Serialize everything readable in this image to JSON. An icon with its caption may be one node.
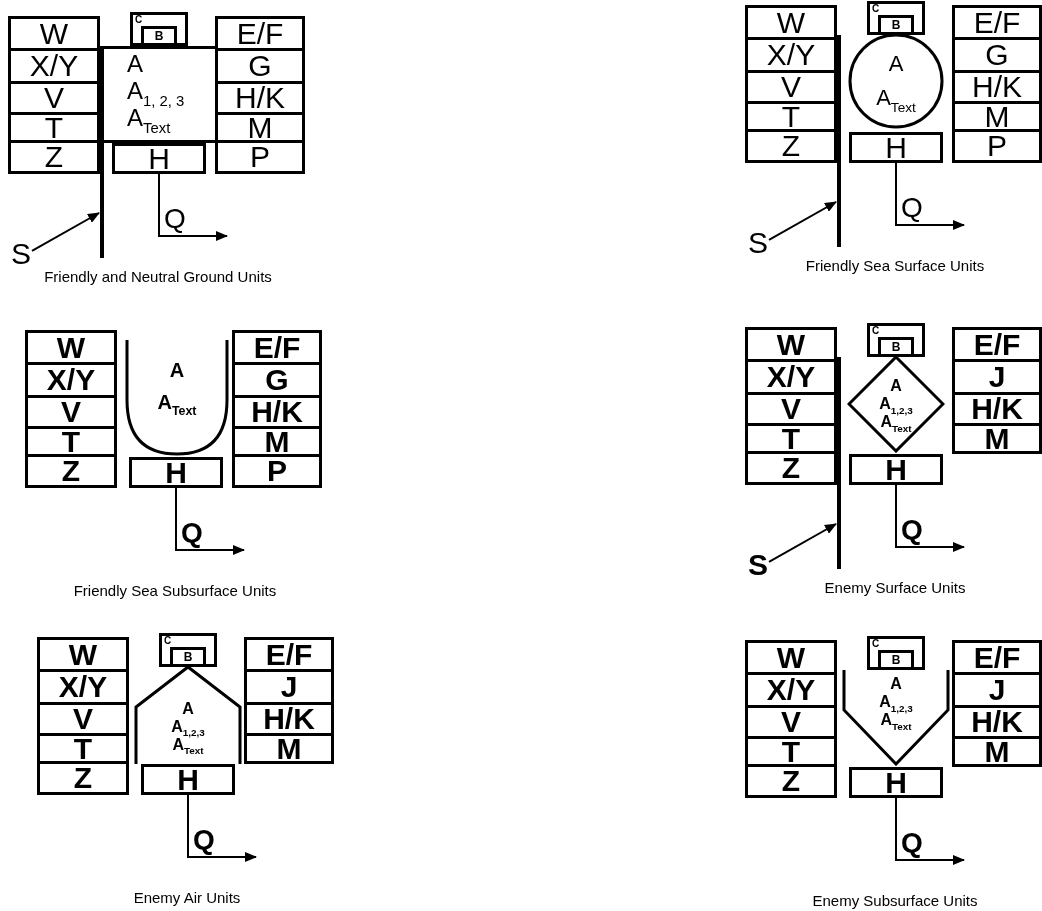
{
  "diagram": {
    "nodes": [
      {
        "text": [
          "W"
        ]
      },
      {
        "text": [
          "X/Y"
        ]
      },
      {
        "text": [
          "V"
        ]
      },
      {
        "text": [
          "T"
        ]
      },
      {
        "text": [
          "Z"
        ]
      },
      {
        "text": [
          "C"
        ]
      },
      {
        "text": [
          "B"
        ],
        "in": 5
      },
      {
        "text": [
          "A",
          "A$_{1, 2, 3}$",
          "A$_{Text}$"
        ]
      },
      {
        "text": [
          "E/F"
        ]
      },
      {
        "text": [
          "G"
        ]
      },
      {
        "text": [
          "H/K"
        ]
      },
      {
        "text": [
          "M"
        ]
      },
      {
        "text": [
          "P"
        ]
      },
      {
        "text": [
          "H"
        ]
      },
      {
        "text": [],
        "shape": "bar"
      },
      {
        "text": [
          "S"
        ]
      },
      {
        "text": [
          "W"
        ]
      },
      {
        "text": [
          "X/Y"
        ]
      },
      {
        "text": [
          "V"
        ]
      },
      {
        "text": [
          "T"
        ]
      },
      {
        "text": [
          "Z"
        ]
      },
      {
        "text": [
          "C"
        ]
      },
      {
        "text": [
          "B"
        ],
        "in": 21
      },
      {
        "text": [
          "A",
          "A$_{Text}$"
        ]
      },
      {
        "text": [
          "E/F"
        ]
      },
      {
        "text": [
          "G"
        ]
      },
      {
        "text": [
          "H/K"
        ]
      },
      {
        "text": [
          "M"
        ]
      },
      {
        "text": [
          "P"
        ]
      },
      {
        "text": [
          "H"
        ]
      },
      {
        "text": [],
        "shape": "bar"
      },
      {
        "text": [
          "S"
        ]
      },
      {
        "text": [
          "W"
        ]
      },
      {
        "text": [
          "X/Y"
        ]
      },
      {
        "text": [
          "V"
        ]
      },
      {
        "text": [
          "T"
        ]
      },
      {
        "text": [
          "Z"
        ]
      },
      {
        "text": [
          "A",
          "A$_{Text}$"
        ]
      },
      {
        "text": [
          "E/F"
        ]
      },
      {
        "text": [
          "G"
        ]
      },
      {
        "text": [
          "H/K"
        ]
      },
      {
        "text": [
          "M"
        ]
      },
      {
        "text": [
          "P"
        ]
      },
      {
        "text": [
          "H"
        ]
      },
      {
        "text": [
          "W"
        ]
      },
      {
        "text": [
          "X/Y"
        ]
      },
      {
        "text": [
          "V"
        ]
      },
      {
        "text": [
          "T"
        ]
      },
      {
        "text": [
          "Z"
        ]
      },
      {
        "text": [
          "C"
        ]
      },
      {
        "text": [
          "B"
        ],
        "in": 49
      },
      {
        "text": [
          "A",
          "A$_{1,2,3}$",
          "A$_{Text}$"
        ]
      },
      {
        "text": [
          "E/F"
        ]
      },
      {
        "text": [
          "J"
        ]
      },
      {
        "text": [
          "H/K"
        ]
      },
      {
        "text": [
          "M"
        ]
      },
      {
        "text": [
          "H"
        ]
      },
      {
        "text": [],
        "shape": "bar"
      },
      {
        "text": [
          "S"
        ]
      },
      {
        "text": [
          "W"
        ]
      },
      {
        "text": [
          "X/Y"
        ]
      },
      {
        "text": [
          "V"
        ]
      },
      {
        "text": [
          "T"
        ]
      },
      {
        "text": [
          "Z"
        ]
      },
      {
        "text": [
          "C"
        ]
      },
      {
        "text": [
          "B"
        ],
        "in": 64
      },
      {
        "text": [
          "A",
          "A$_{1,2,3}$",
          "A$_{Text}$"
        ]
      },
      {
        "text": [
          "E/F"
        ]
      },
      {
        "text": [
          "J"
        ]
      },
      {
        "text": [
          "H/K"
        ]
      },
      {
        "text": [
          "M"
        ]
      },
      {
        "text": [
          "H"
        ]
      },
      {
        "text": [
          "W"
        ]
      },
      {
        "text": [
          "X/Y"
        ]
      },
      {
        "text": [
          "V"
        ]
      },
      {
        "text": [
          "T"
        ]
      },
      {
        "text": [
          "Z"
        ]
      },
      {
        "text": [
          "C"
        ]
      },
      {
        "text": [
          "B"
        ],
        "in": 77
      },
      {
        "text": [
          "A",
          "A$_{1,2,3}$",
          "A$_{Text}$"
        ]
      },
      {
        "text": [
          "E/F"
        ]
      },
      {
        "text": [
          "J"
        ]
      },
      {
        "text": [
          "H/K"
        ]
      },
      {
        "text": [
          "M"
        ]
      },
      {
        "text": [
          "H"
        ]
      }
    ],
    "edges": [
      {
        "from": 13,
        "to": null,
        "arrow": "to",
        "label": "Q"
      },
      {
        "from": 15,
        "to": 14,
        "arrow": "to"
      },
      {
        "from": 29,
        "to": null,
        "arrow": "to",
        "label": "Q"
      },
      {
        "from": 31,
        "to": 30,
        "arrow": "to"
      },
      {
        "from": 43,
        "to": null,
        "arrow": "to",
        "label": "Q"
      },
      {
        "from": 56,
        "to": null,
        "arrow": "to",
        "label": "Q"
      },
      {
        "from": 58,
        "to": 57,
        "arrow": "to"
      },
      {
        "from": 71,
        "to": null,
        "arrow": "to",
        "label": "Q"
      },
      {
        "from": 84,
        "to": null,
        "arrow": "to",
        "label": "Q"
      }
    ],
    "labels": [
      "Friendly and Neutral Ground Units",
      "Friendly Sea Surface Units",
      "Friendly Sea Subsurface Units",
      "Enemy Surface Units",
      "Enemy Air Units",
      "Enemy Subsurface Units"
    ]
  }
}
